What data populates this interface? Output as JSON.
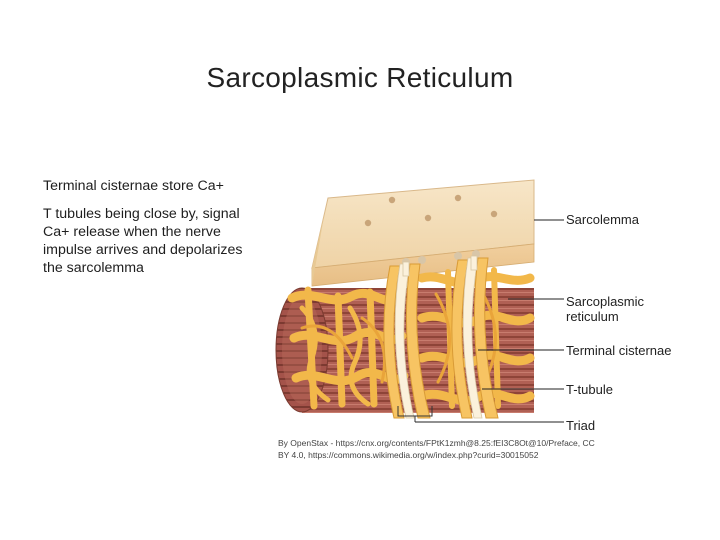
{
  "slide": {
    "title": "Sarcoplasmic Reticulum"
  },
  "notes": {
    "line1": "Terminal cisternae store Ca+",
    "line2": "T tubules being close by, signal",
    "line3": "Ca+ release when the nerve",
    "line4": "impulse arrives and depolarizes",
    "line5": "the sarcolemma"
  },
  "diagram": {
    "labels": {
      "sarcolemma": "Sarcolemma",
      "sr_line1": "Sarcoplasmic",
      "sr_line2": "reticulum",
      "terminal_cisternae": "Terminal cisternae",
      "t_tubule": "T-tubule",
      "triad": "Triad"
    },
    "colors": {
      "membrane": "#f3dcb6",
      "reticulum": "#f2b84a",
      "myofibril": "#a8584e",
      "ttubule": "#f7eed8"
    }
  },
  "credit": {
    "line1": "By OpenStax - https://cnx.org/contents/FPtK1zmh@8.25:fEI3C8Ot@10/Preface, CC",
    "line2": "BY 4.0, https://commons.wikimedia.org/w/index.php?curid=30015052"
  }
}
